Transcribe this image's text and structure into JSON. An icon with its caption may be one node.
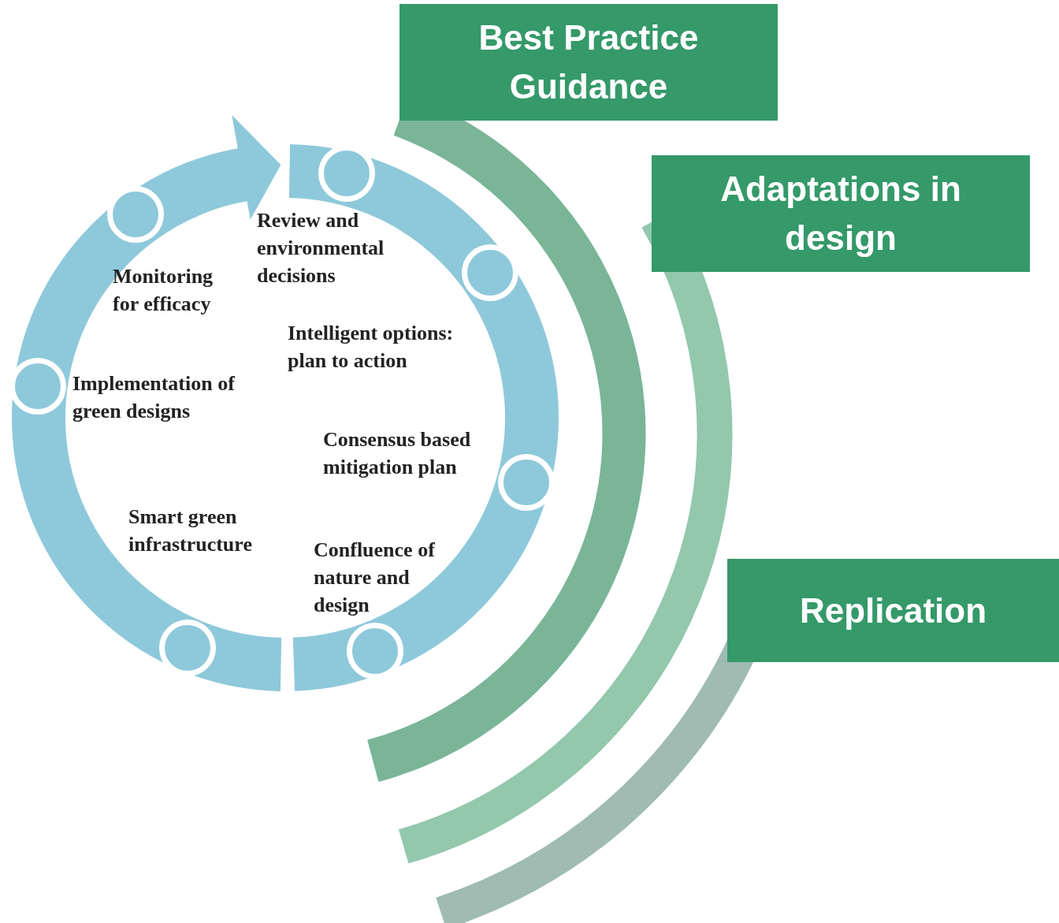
{
  "diagram": {
    "nodes": [
      {
        "text": [
          "Best Practice Guidance"
        ]
      },
      {
        "text": [
          "Adaptations in design"
        ]
      },
      {
        "text": [
          "Review and environmental decisions"
        ]
      },
      {
        "text": [
          "Monitoring for efficacy"
        ]
      },
      {
        "text": [
          "Intelligent options: plan to action"
        ]
      },
      {
        "text": [
          "Implementation of green designs"
        ]
      },
      {
        "text": [
          "Consensus based mitigation plan"
        ]
      },
      {
        "text": [
          "Smart green infrastructure"
        ]
      },
      {
        "text": [
          "Confluence of nature and design"
        ]
      },
      {
        "text": [
          "Replication"
        ]
      },
      {
        "text": [],
        "shape": "circle"
      },
      {
        "text": [],
        "shape": "circle"
      },
      {
        "text": [],
        "shape": "circle"
      },
      {
        "text": [],
        "shape": "circle"
      },
      {
        "text": [],
        "shape": "circle"
      },
      {
        "text": [],
        "shape": "circle"
      },
      {
        "text": [],
        "shape": "circle"
      }
    ]
  }
}
